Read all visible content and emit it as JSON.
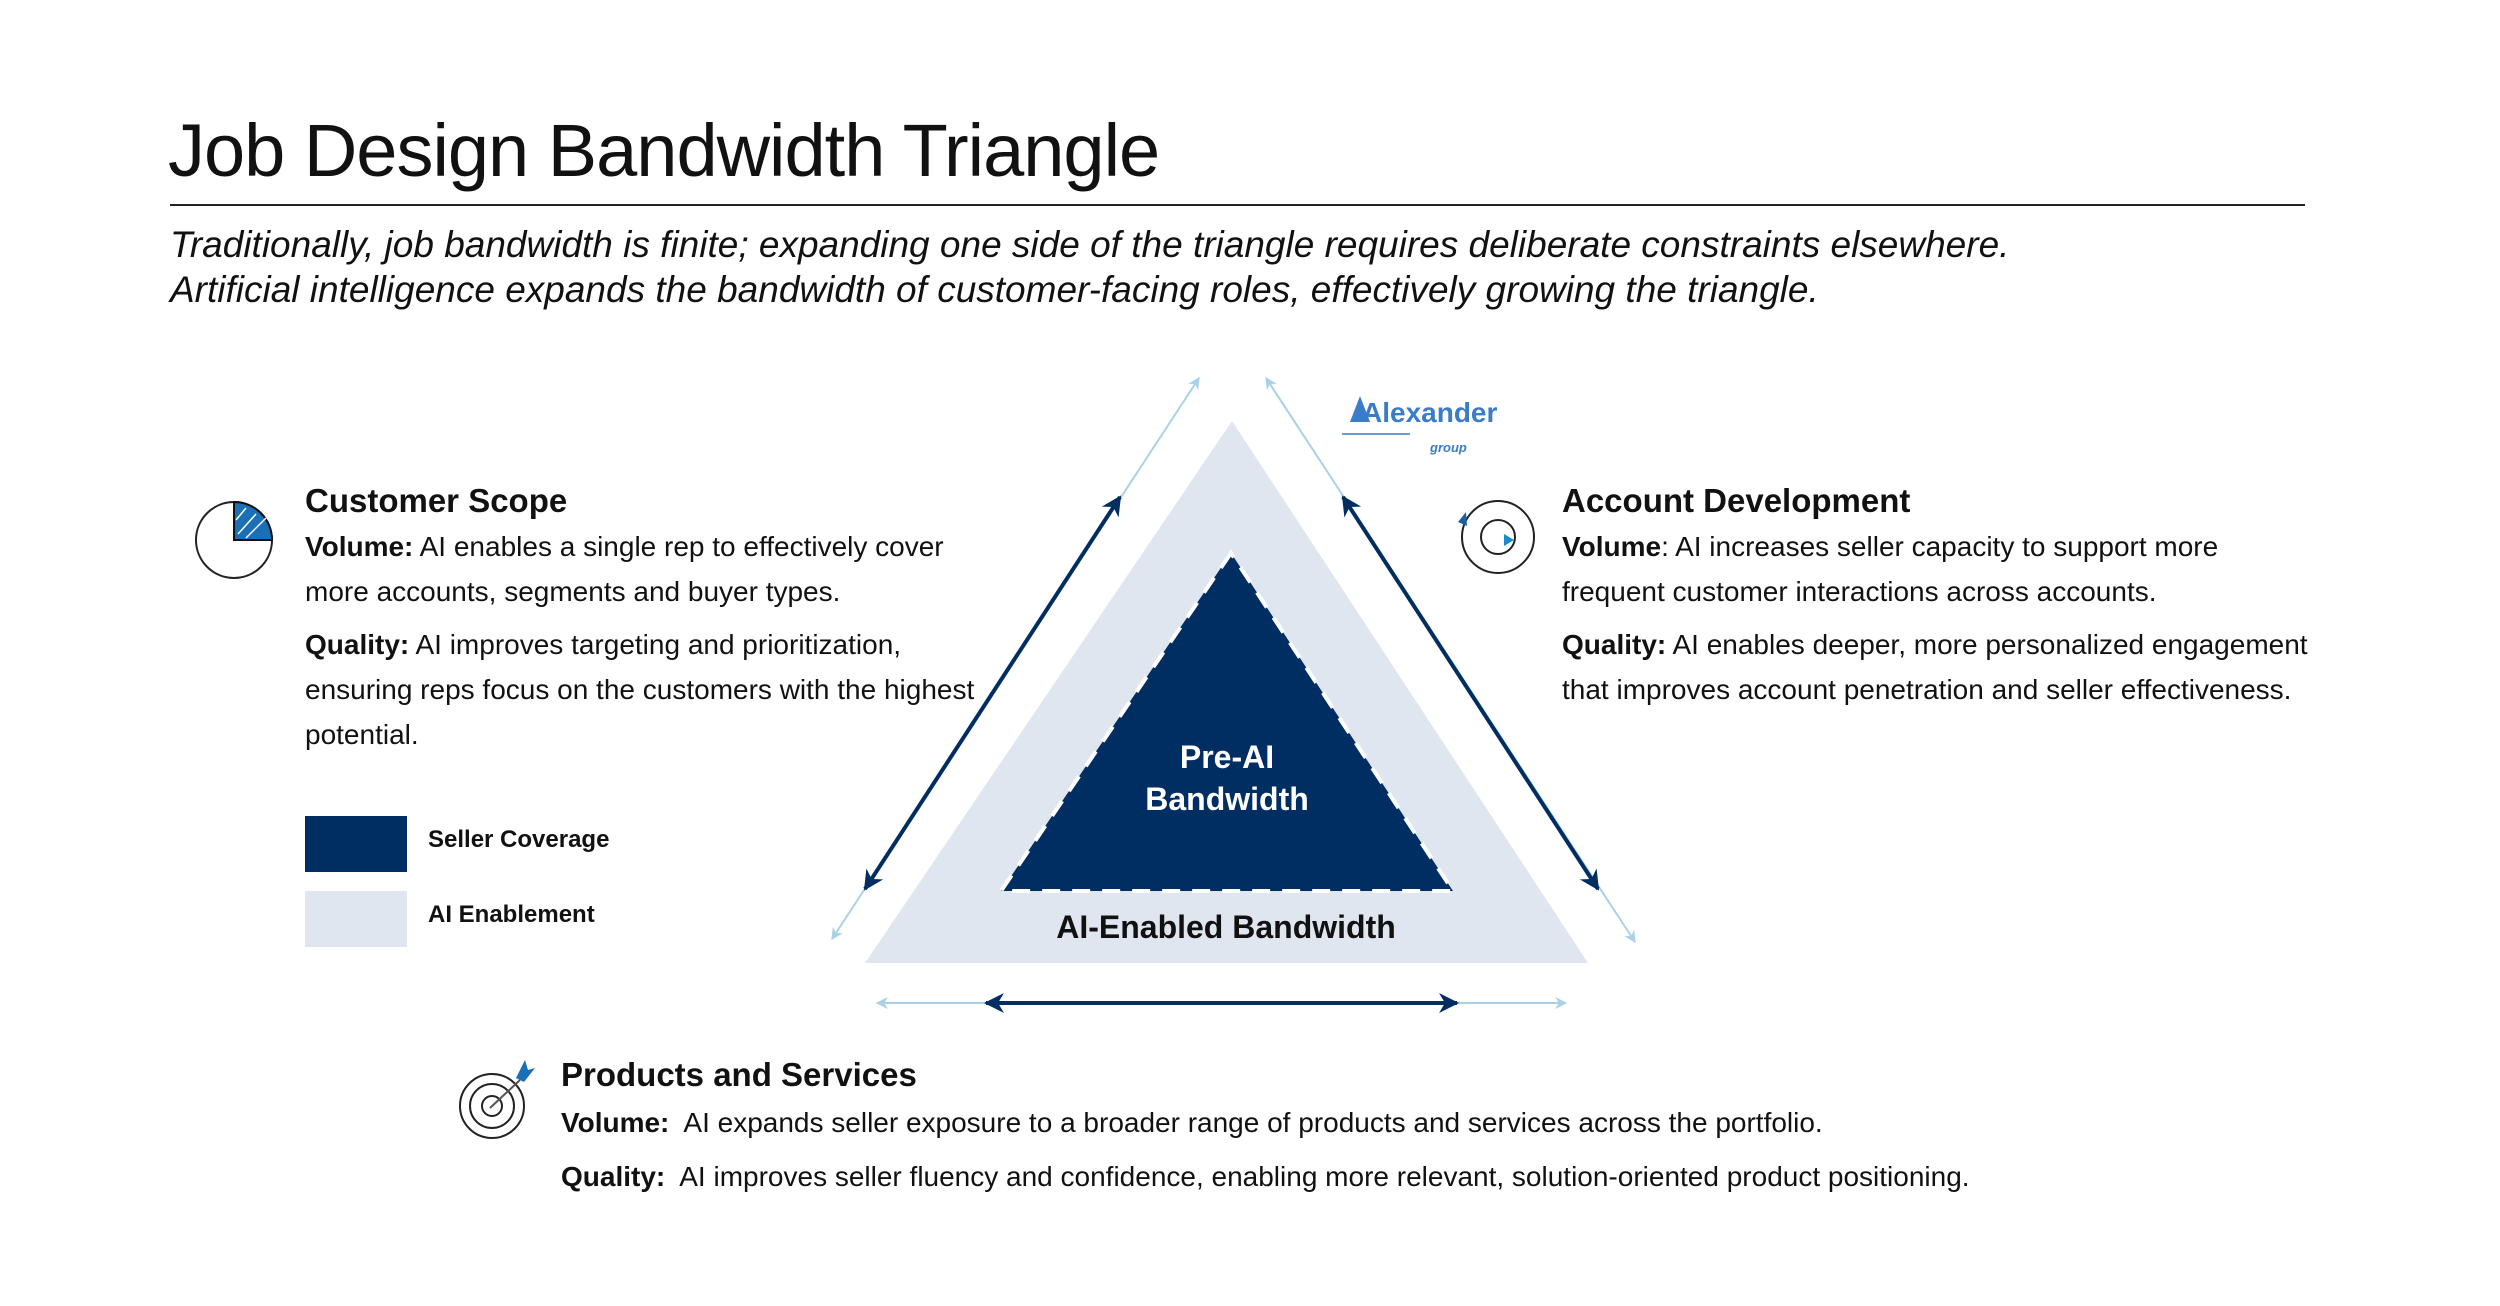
{
  "title": "Job Design Bandwidth Triangle",
  "subtitle": [
    "Traditionally, job bandwidth is finite; expanding one side of the triangle requires deliberate constraints elsewhere.",
    "Artificial intelligence expands the bandwidth of customer-facing roles, effectively growing the triangle."
  ],
  "logo": {
    "name": "Alexander",
    "sub": "group"
  },
  "colors": {
    "seller": "#002d62",
    "ai": "#dfe6f0",
    "light_arrow": "#a9d2e8",
    "accent": "#1a6fb5"
  },
  "triangle": {
    "inner_label_1": "Pre-AI",
    "inner_label_2": "Bandwidth",
    "outer_label": "AI-Enabled Bandwidth"
  },
  "legend": [
    {
      "label": "Seller Coverage"
    },
    {
      "label": "AI Enablement"
    }
  ],
  "sections": {
    "customer_scope": {
      "icon": "pie-chart-icon",
      "heading": "Customer Scope",
      "volume_label": "Volume:",
      "volume_text": " AI enables a single rep to effectively cover more accounts, segments and buyer types.",
      "quality_label": "Quality:",
      "quality_text": " AI improves targeting and prioritization, ensuring reps focus on the customers with the highest potential."
    },
    "account_development": {
      "icon": "cycle-icon",
      "heading": "Account Development",
      "volume_label": "Volume",
      "volume_text": ": AI increases seller capacity to support more frequent customer interactions across accounts.",
      "quality_label": "Quality:",
      "quality_text": " AI enables deeper, more personalized engagement that improves account penetration and seller effectiveness."
    },
    "products_services": {
      "icon": "target-icon",
      "heading": "Products and Services",
      "volume_label": "Volume:",
      "volume_text": "  AI expands seller exposure to a broader range of products and services across the portfolio.",
      "quality_label": "Quality:",
      "quality_text": "  AI improves seller fluency and confidence, enabling more relevant, solution-oriented product positioning."
    }
  }
}
